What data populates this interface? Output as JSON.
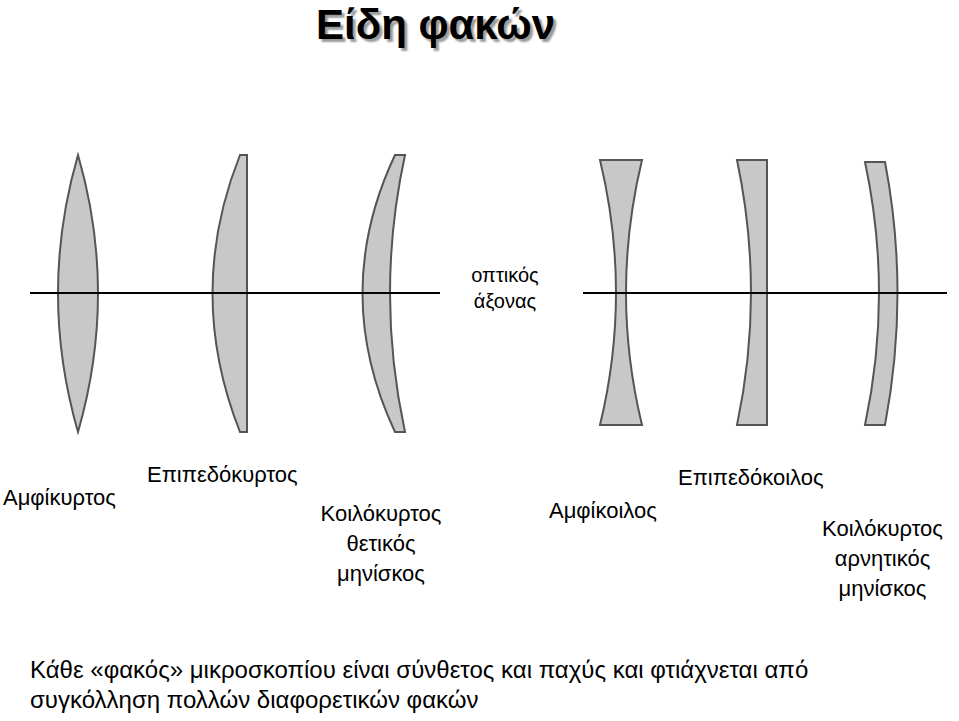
{
  "diagram": {
    "title": "Είδη φακών",
    "caption": "Κάθε «φακός» μικροσκοπίου είναι σύνθετος και παχύς και φτιάχνεται από συγκόλληση πολλών διαφορετικών φακών",
    "labels": [
      "οπτικός άξονας",
      "Αμφίκυρτος",
      "Επιπεδόκυρτος",
      "Κοιλόκυρτος θετικός μηνίσκος",
      "Αμφίκοιλος",
      "Επιπεδόκοιλος",
      "Κοιλόκυρτος αρνητικός μηνίσκος"
    ]
  }
}
